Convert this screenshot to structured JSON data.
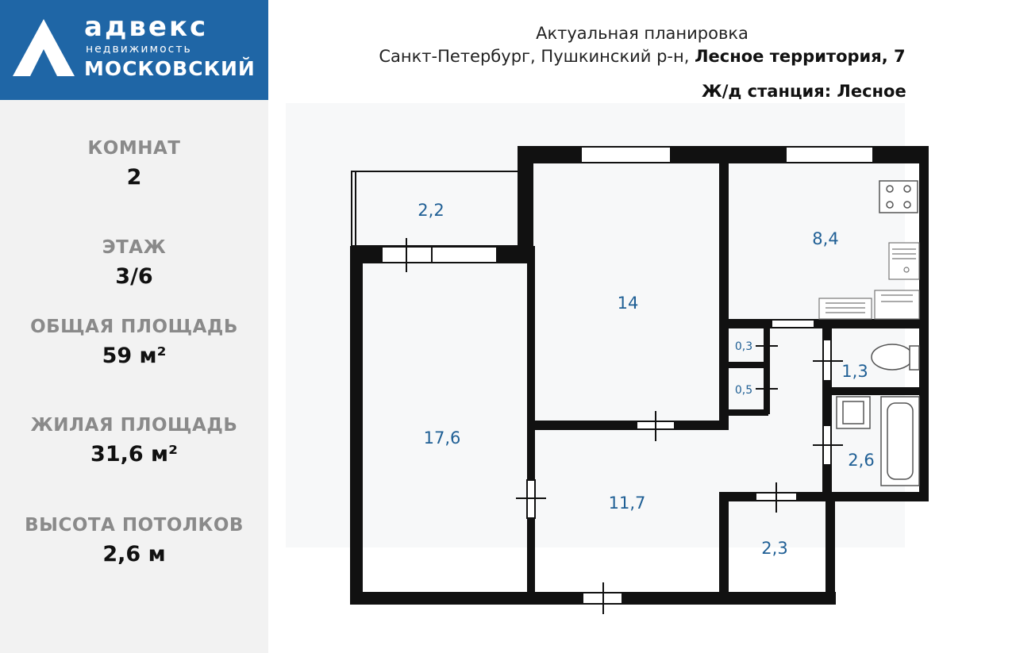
{
  "logo": {
    "brand": "адвекс",
    "subtitle": "недвижимость",
    "office": "МОСКОВСКИЙ",
    "color": "#1f66a6"
  },
  "stats": [
    {
      "label": "КОМНАТ",
      "value": "2"
    },
    {
      "label": "ЭТАЖ",
      "value": "3/6"
    },
    {
      "label": "ОБЩАЯ ПЛОЩАДЬ",
      "value": "59 м²"
    },
    {
      "label": "ЖИЛАЯ ПЛОЩАДЬ",
      "value": "31,6 м²"
    },
    {
      "label": "ВЫСОТА ПОТОЛКОВ",
      "value": "2,6 м"
    }
  ],
  "header": {
    "line1": "Актуальная планировка",
    "line2_prefix": "Санкт-Петербург, Пушкинский р-н, ",
    "line2_bold": "Лесное территория, 7",
    "station": "Ж/д станция: Лесное"
  },
  "plan": {
    "areas": {
      "balcony": "2,2",
      "room_large": "17,6",
      "room_14": "14",
      "kitchen": "8,4",
      "closet_1": "0,3",
      "closet_2": "0,5",
      "toilet": "1,3",
      "bathroom": "2,6",
      "hall": "11,7",
      "storage": "2,3"
    },
    "wall_color": "#111111",
    "label_color": "#1f5f95"
  }
}
